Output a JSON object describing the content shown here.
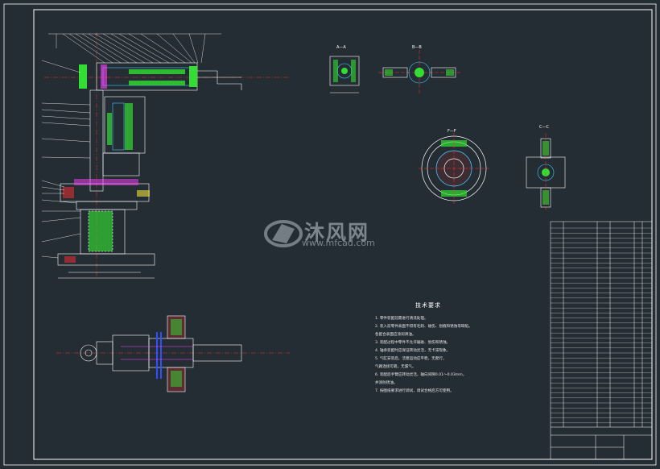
{
  "watermark": {
    "brand_cn": "沐风网",
    "url": "www.mfcad.com"
  },
  "sections": {
    "a": "A—A",
    "b": "B—B",
    "f": "F—F",
    "c": "C—C"
  },
  "tech_req": {
    "title": "技术要求",
    "lines": [
      "1. 零件装配前需进行清洗处理。",
      "2. 装入前零件表面不得有毛刺、碰伤、划痕和锈蚀等缺陷。",
      "   各配合表面应涂润滑油。",
      "3. 装配过程中零件不允许磕碰、划伤和锈蚀。",
      "4. 轴承装配时应保证转动灵活，无卡滞现象。",
      "5. 气缸安装后，活塞运动应平稳，无爬行，",
      "   气路连接可靠，无漏气。",
      "6. 装配后手臂应转动灵活，轴向间隙0.01～0.03mm，",
      "   并涂防锈油。",
      "7. 按图纸要求进行调试，调试合格后方可使用。"
    ]
  },
  "colors": {
    "bg": "#242c34",
    "line": "#ffffff",
    "green": "#33dd33",
    "cyan": "#44ccff",
    "yellow": "#f0e040",
    "red": "#ff3030",
    "magenta": "#ff40ff",
    "blue": "#3050ff"
  }
}
